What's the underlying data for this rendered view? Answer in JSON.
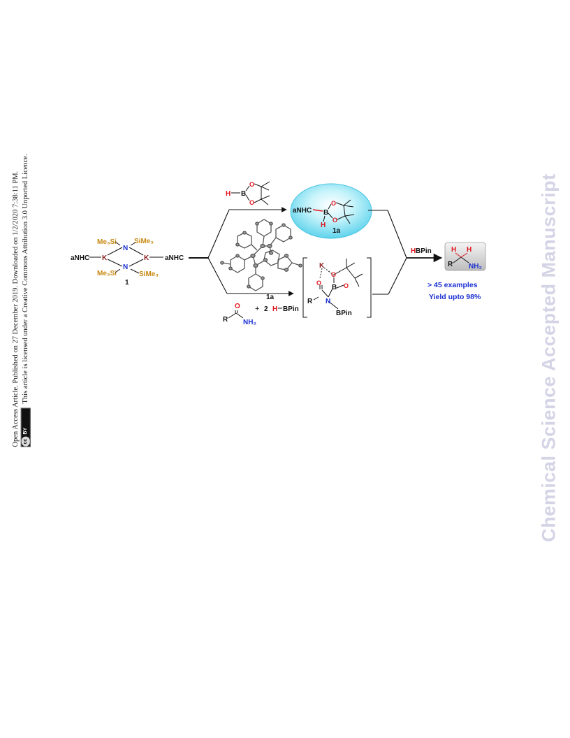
{
  "side_notice": {
    "line1": "Open Access Article. Published on 27 December 2019. Downloaded on 1/2/2020 7:38:11 PM.",
    "line2": "This article is licensed under a Creative Commons Attribution 3.0 Unported Licence.",
    "badge": {
      "cc": "cc",
      "by": "BY"
    }
  },
  "watermark": "Chemical Science Accepted Manuscript",
  "scheme": {
    "catalyst": {
      "me3si_top": "Me₃Si",
      "sime3_top": "SiMe₃",
      "me3si_bottom": "Me₃Si",
      "sime3_bottom": "SiMe₃",
      "n": "N",
      "k": "K",
      "anhc": "aNHC",
      "label": "1"
    },
    "hbpin_reagent": {
      "h": "H",
      "b": "B",
      "o": "O"
    },
    "intermediate_1a": {
      "anhc": "aNHC",
      "b": "B",
      "o": "O",
      "h": "H",
      "label": "1a"
    },
    "crystal_label": "1a",
    "substrate": {
      "r": "R",
      "o": "O",
      "nh2": "NH₂",
      "plus": "+",
      "coeff": "2",
      "h": "H",
      "bpin": "BPin"
    },
    "bracket_intermediate": {
      "k": "K",
      "o": "O",
      "b": "B",
      "n": "N",
      "r": "R",
      "bpin": "BPin"
    },
    "reagent_arrow": {
      "h": "H",
      "bpin": "BPin"
    },
    "product": {
      "h": "H",
      "r": "R",
      "nh2": "NH₂"
    },
    "result": {
      "examples": "> 45 examples",
      "yield": "Yield upto 98%"
    }
  },
  "colors": {
    "silyl": "#c88a14",
    "nitrogen": "#1a2fd1",
    "potassium": "#8b1c1c",
    "hydrogen": "#e0141e",
    "oxygen": "#e0141e",
    "boron": "#111111",
    "result_text": "#1a2fd1",
    "bubble": "#8fe6f5",
    "watermark": "#d4d4e6"
  },
  "icons": [
    "cc-license-icon",
    "reaction-arrow-icon",
    "crystal-structure-image"
  ]
}
